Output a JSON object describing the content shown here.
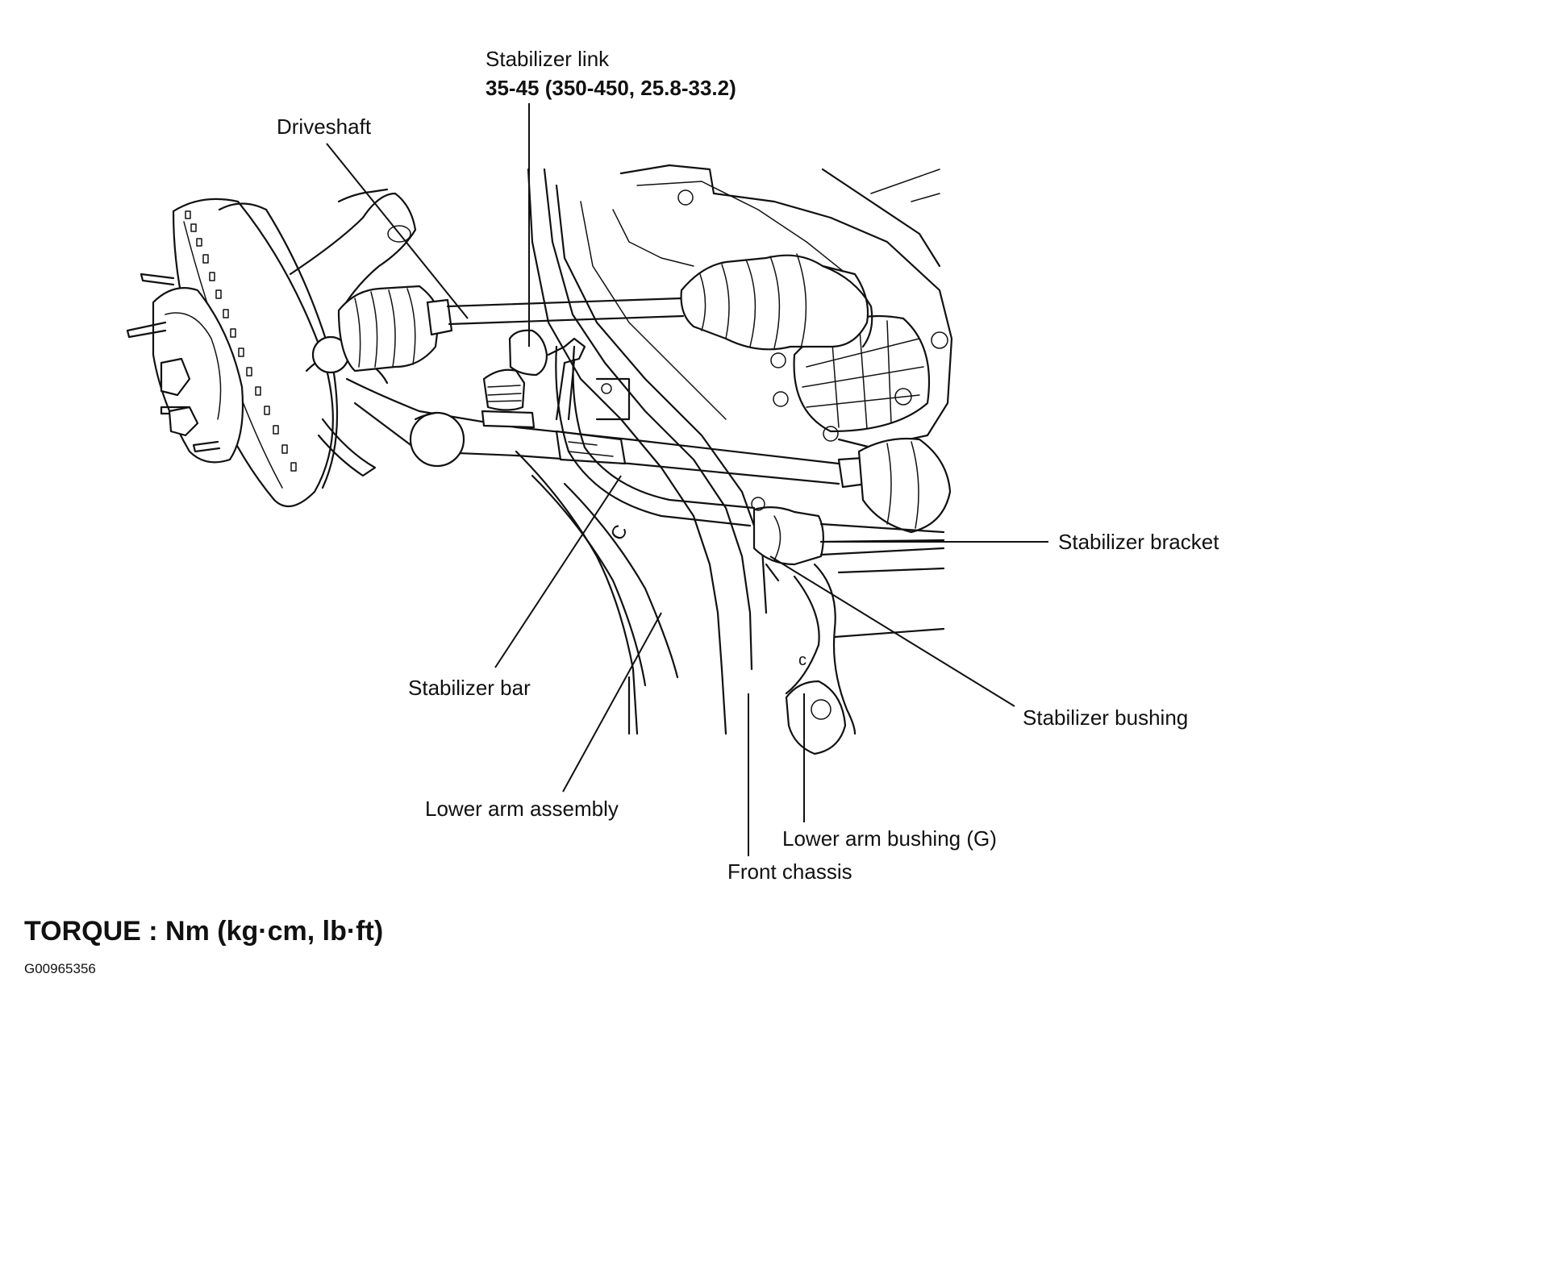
{
  "labels": {
    "stabilizer_link": "Stabilizer link",
    "stabilizer_link_torque": "35-45 (350-450, 25.8-33.2)",
    "driveshaft": "Driveshaft",
    "stabilizer_bracket": "Stabilizer bracket",
    "stabilizer_bar": "Stabilizer bar",
    "stabilizer_bushing": "Stabilizer bushing",
    "lower_arm_assembly": "Lower arm assembly",
    "lower_arm_bushing": "Lower arm bushing (G)",
    "front_chassis": "Front chassis"
  },
  "footer": {
    "torque_units": "TORQUE : Nm (kg·cm, lb·ft)",
    "figure_code": "G00965356"
  }
}
